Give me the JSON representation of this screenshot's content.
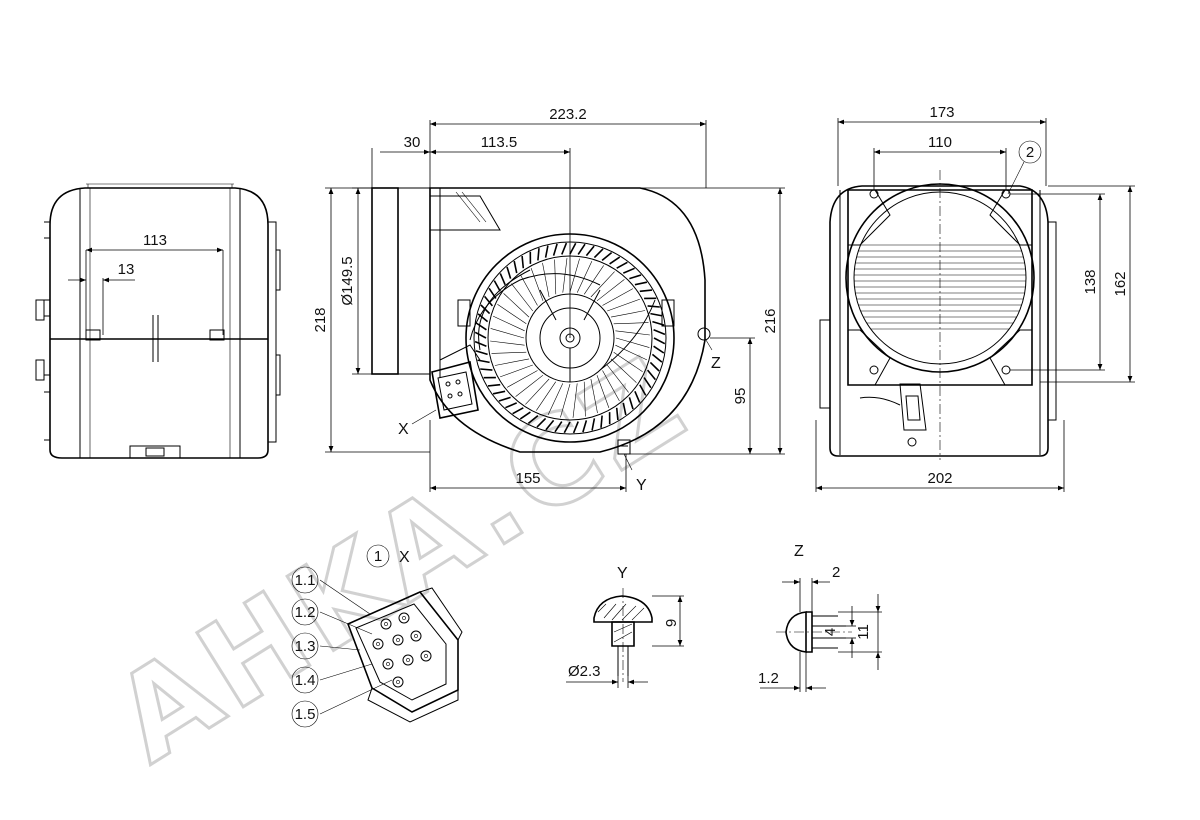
{
  "drawing": {
    "watermark": "AHKA.CZ",
    "front": {
      "width": "113",
      "clip_offset": "13"
    },
    "side": {
      "overall_length": "223.2",
      "inlet_depth": "30",
      "to_axis": "113.5",
      "height_total": "218",
      "inlet_diameter": "Ø149.5",
      "height_frame": "216",
      "axis_height": "95",
      "base_length": "155",
      "callouts": {
        "x": "X",
        "y": "Y",
        "z": "Z"
      }
    },
    "rear": {
      "overall_width": "173",
      "hole_spacing": "110",
      "hole_vertical": "138",
      "flange_height": "162",
      "base_width": "202",
      "ref": "2"
    },
    "detail_x": {
      "title": "X",
      "ref": "1",
      "pins": [
        "1.1",
        "1.2",
        "1.3",
        "1.4",
        "1.5"
      ]
    },
    "detail_y": {
      "title": "Y",
      "height": "9",
      "diameter": "Ø2.3"
    },
    "detail_z": {
      "title": "Z",
      "top": "2",
      "inner": "4",
      "outer": "11",
      "thickness": "1.2"
    }
  }
}
